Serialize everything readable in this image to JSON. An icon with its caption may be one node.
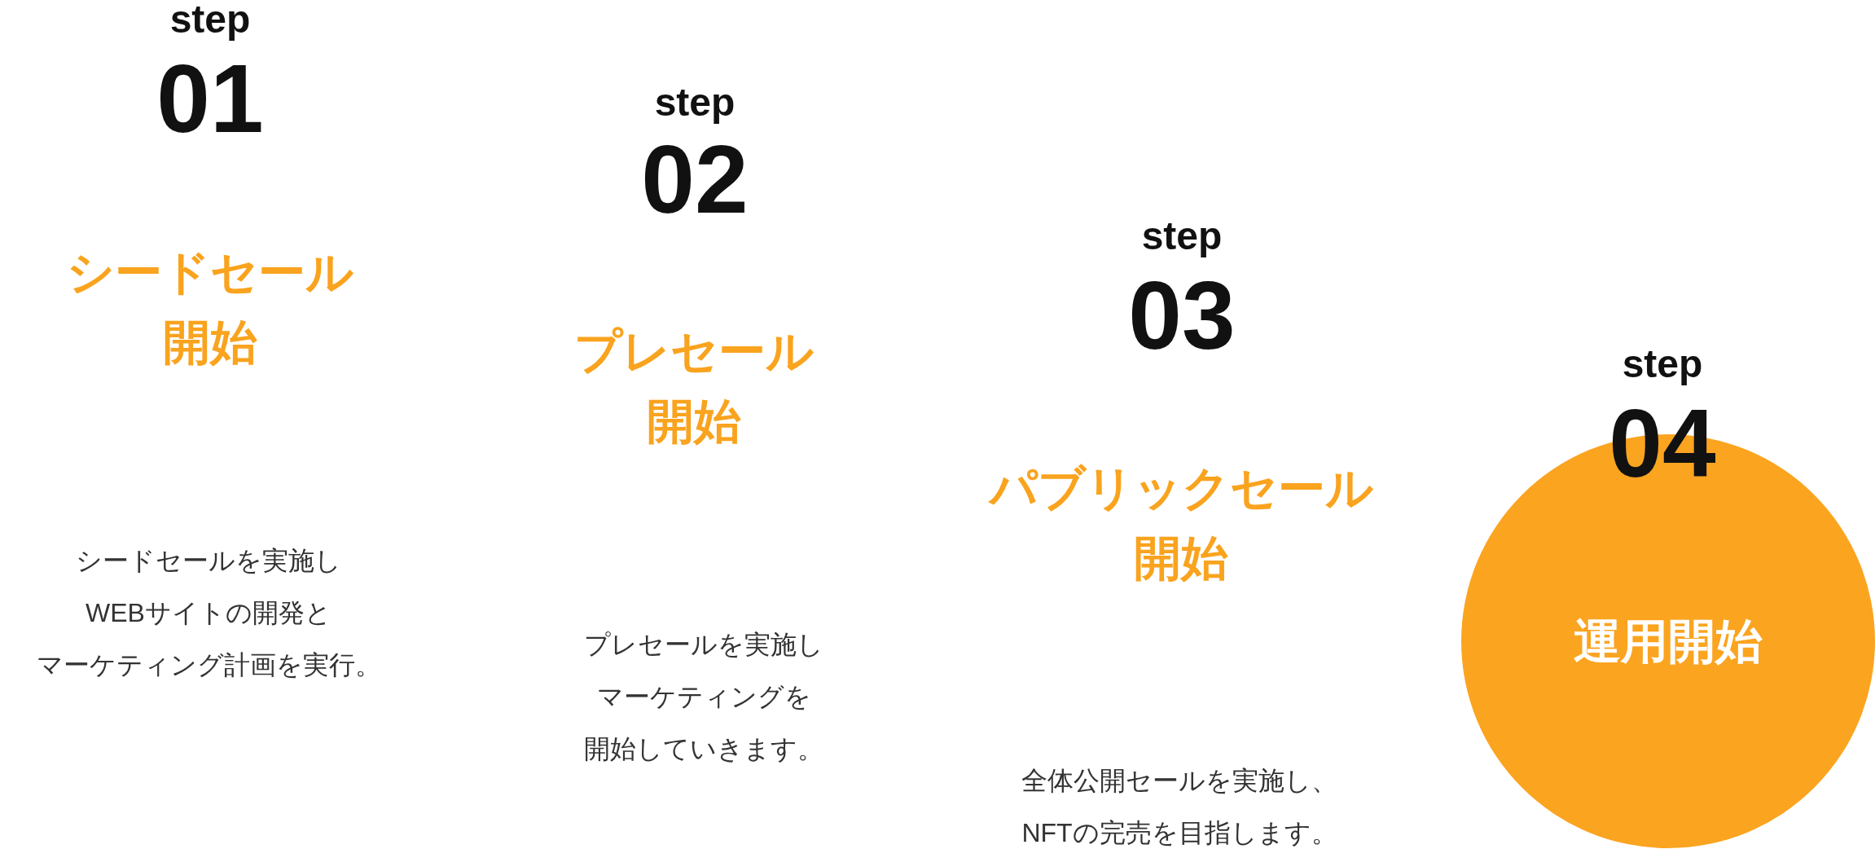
{
  "diagram": {
    "nodes": [
      {
        "text": [
          "運用開始"
        ]
      }
    ],
    "labels": [
      "step",
      "01",
      "シードセール開始",
      "シードセールを実施しWEBサイトの開発とマーケティング計画を実行。",
      "step",
      "02",
      "プレセール開始",
      "プレセールを実施しマーケティングを開始していきます。",
      "step",
      "03",
      "パブリックセール開始",
      "全体公開セールを実施し、NFTの完売を目指します。",
      "step",
      "04"
    ]
  }
}
